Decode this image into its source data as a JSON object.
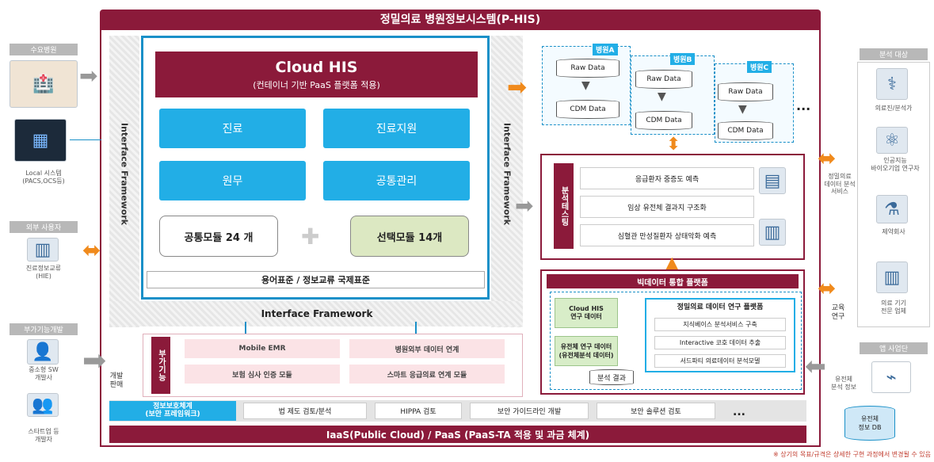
{
  "title": "정밀의료 병원정보시스템(P-HIS)",
  "cloud": {
    "title": "Cloud HIS",
    "subtitle": "(컨테이너 기반 PaaS 플랫폼 적용)",
    "modules": [
      "진료",
      "진료지원",
      "원무",
      "공통관리"
    ],
    "common": "공통모듈 24 개",
    "plus": "✚",
    "optional": "선택모듈 14개",
    "standard": "용어표준 / 정보교류 국제표준"
  },
  "interface_framework": "Interface Framework",
  "addon": {
    "label": "부가기능",
    "items": [
      "Mobile EMR",
      "병원외부 데이터 연계",
      "보험 심사 인증 모듈",
      "스마트 응급의료 연계 모듈"
    ]
  },
  "security": {
    "label": "정보보호체계\n(보안 프레임워크)",
    "items": [
      "법 제도 검토/분석",
      "HIPPA 검토",
      "보안 가이드라인 개발",
      "보안 솔루션 검토"
    ],
    "more": "..."
  },
  "iaas": "IaaS(Public Cloud) / PaaS (PaaS-TA 적용 및 과금 체계)",
  "hospitals": [
    {
      "name": "병원A",
      "raw": "Raw Data",
      "cdm": "CDM Data"
    },
    {
      "name": "병원B",
      "raw": "Raw Data",
      "cdm": "CDM Data"
    },
    {
      "name": "병원C",
      "raw": "Raw Data",
      "cdm": "CDM Data"
    }
  ],
  "hospitals_more": "...",
  "analysis": {
    "label": "분석테스팅",
    "items": [
      "응급환자 중증도 예측",
      "임상 유전체 결과지 구조화",
      "심혈관 만성질환자 상태악화 예측"
    ]
  },
  "bigdata": {
    "title": "빅데이터 통합 플랫폼",
    "cloud_data": "Cloud HIS\n연구 데이터",
    "genome_data": "유전체 연구 데이터\n(유전체분석 데이터)",
    "result": "분석 결과",
    "research_title": "정밀의료 데이터 연구 플랫폼",
    "research_items": [
      "지식베이스 분석서비스 구축",
      "Interactive 코호 데이터 추출",
      "서드파티 의료데이터 분석모델"
    ]
  },
  "left": {
    "demand": "수요병원",
    "local": "Local 시스템\n(PACS,OCS등)",
    "external": "외부 사용자",
    "external_cap": "진료정보교류\n(HIE)",
    "addon_dev": "부가기능개발",
    "dev_caption": "중소형 SW\n개발사",
    "startup_caption": "스타트업 등\n개발자",
    "sell_label": "개발\n판매"
  },
  "right": {
    "analysis_target": "분석 대상",
    "doctor": "의료진/분석가",
    "bio": "인공지능\n바이오기업 연구자",
    "pharma": "제약회사",
    "inst": "의료 기기\n전문 업체",
    "edu": "교육\n연구",
    "precision": "정밀의료\n데이터 분석\n서비스",
    "business": "앱 사업단",
    "business_cap": "유전체\n분석 정보",
    "db": "유전체\n정보 DB"
  },
  "footnote": "※ 상기의 목표/규격은 상세한 구현 과정에서 변경될 수 있음",
  "colors": {
    "maroon": "#8b1a3a",
    "blue": "#22aee6",
    "orange": "#f08a1c"
  }
}
